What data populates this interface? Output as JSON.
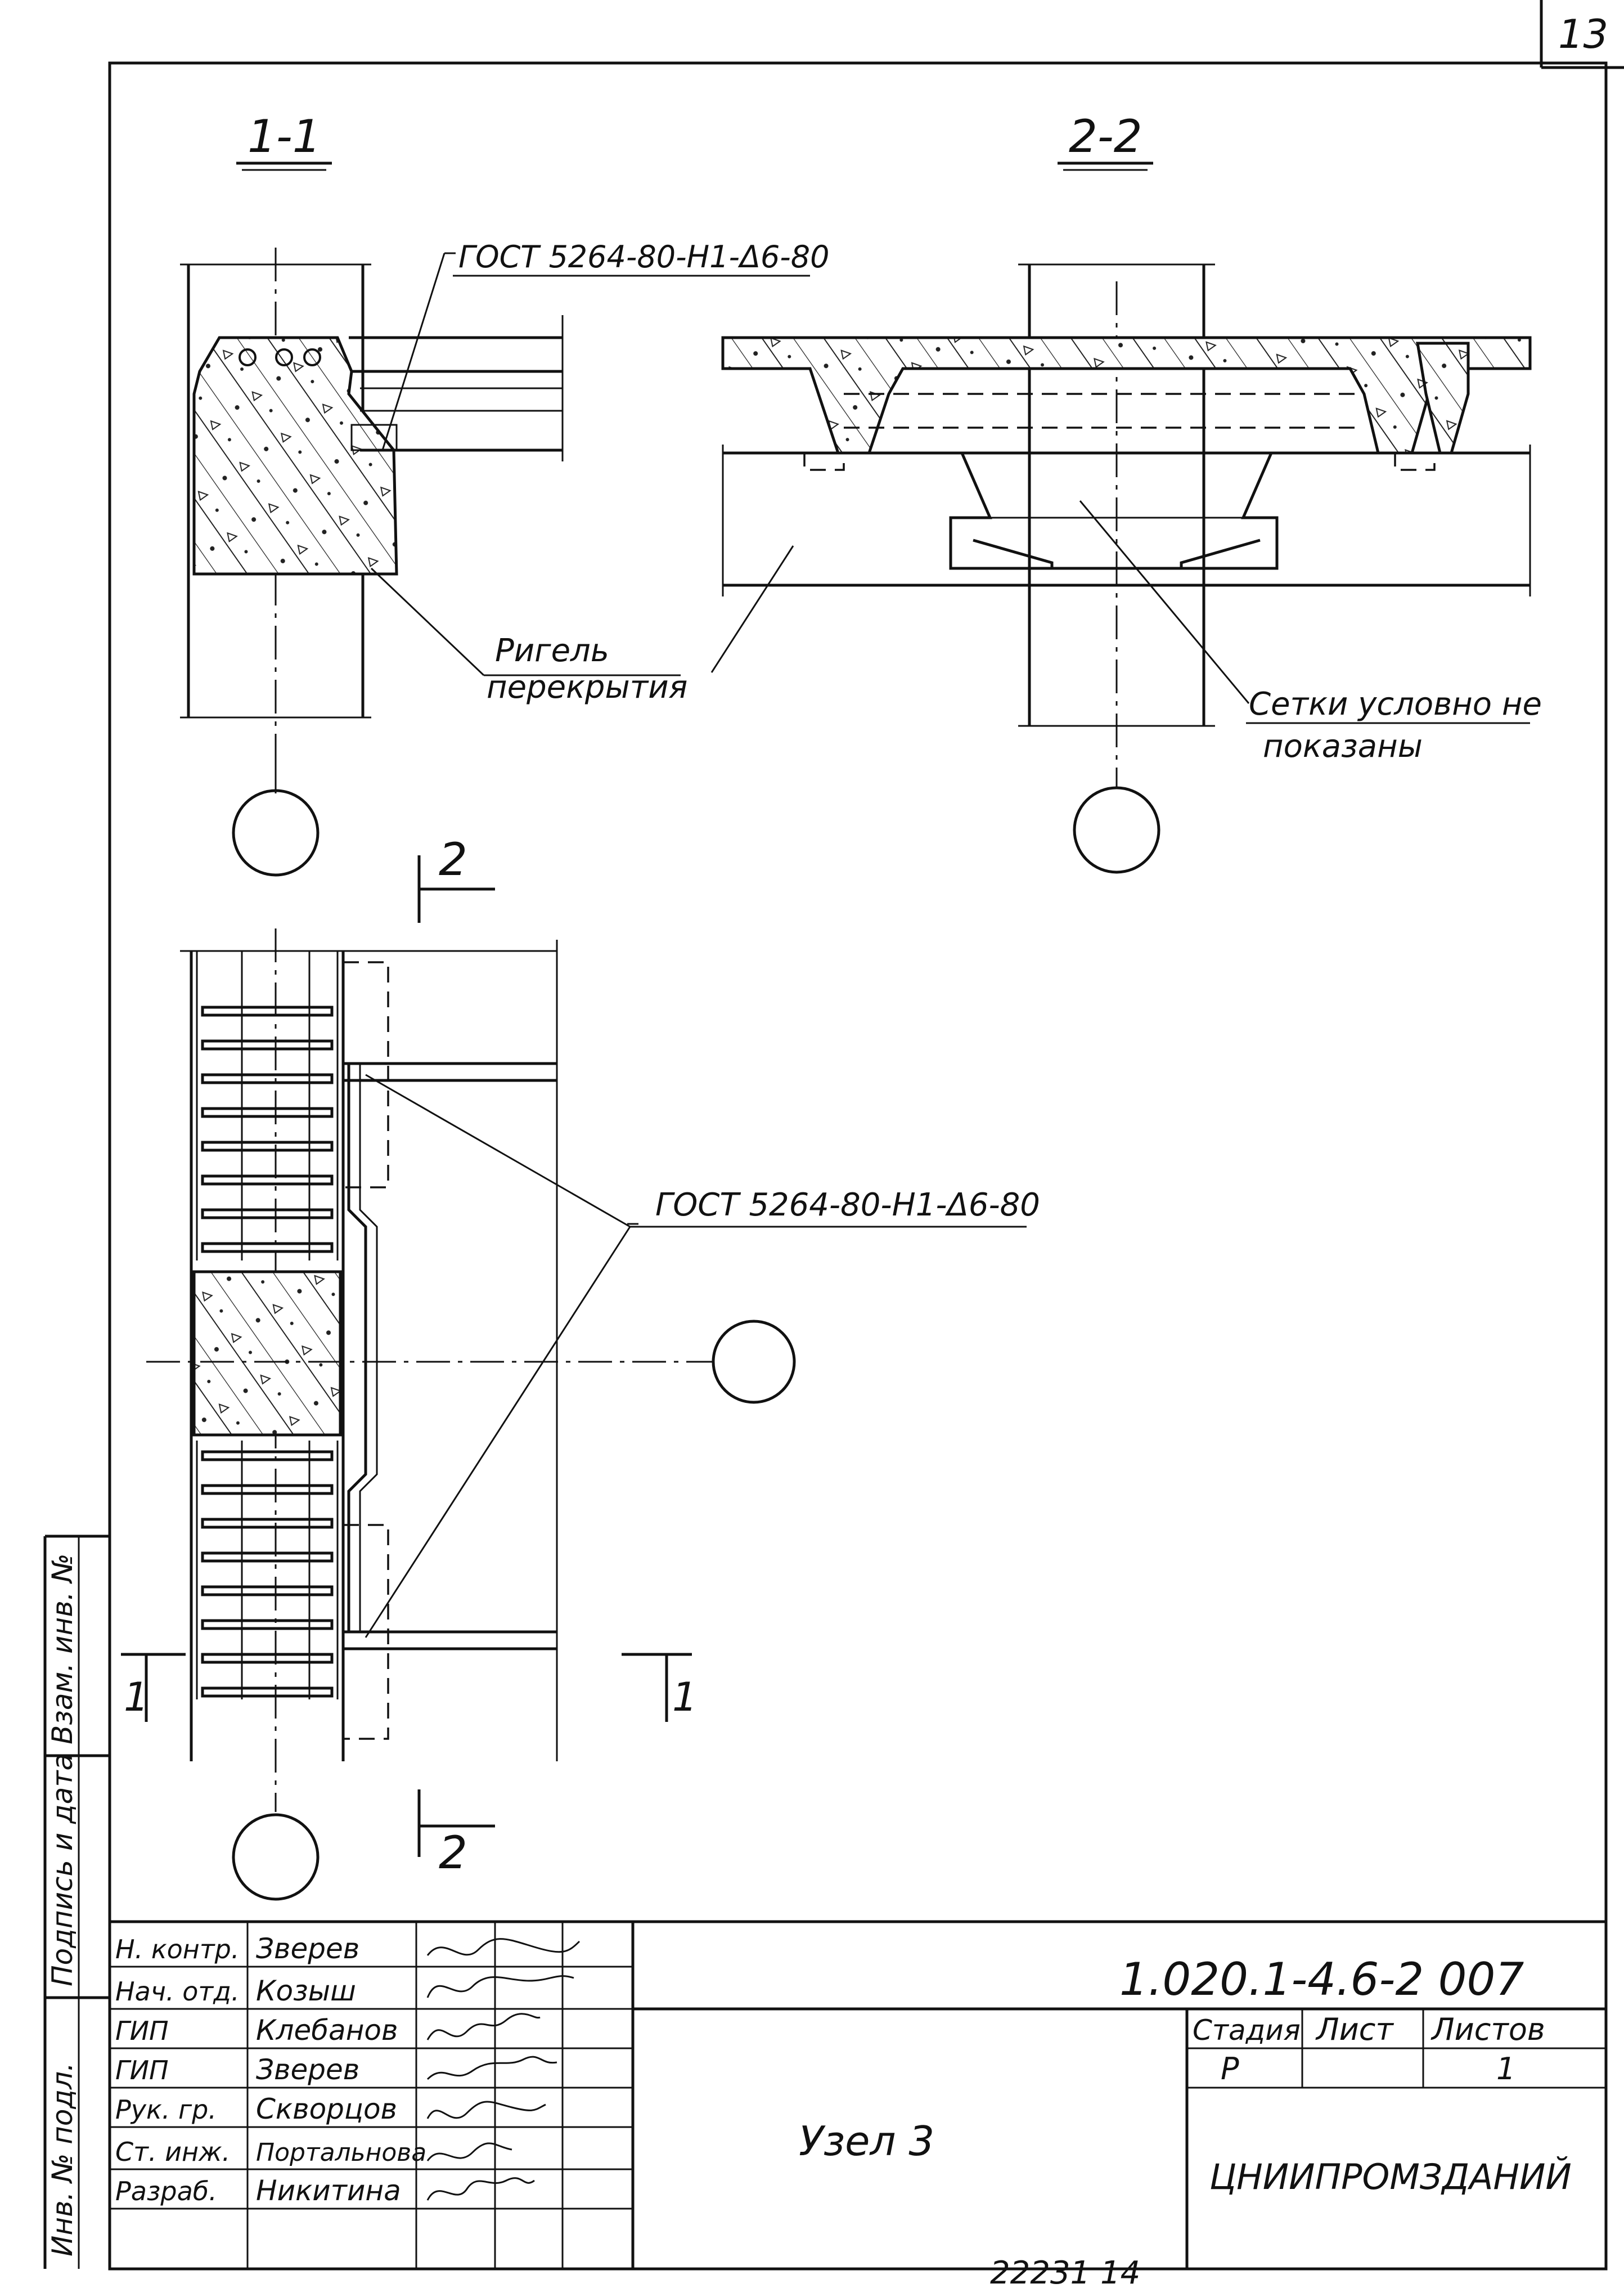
{
  "page_number": "13",
  "section_labels": {
    "s11": "1-1",
    "s22": "2-2",
    "plan_mark_top": "2",
    "plan_mark_bottom": "2",
    "plan_mark_left": "1",
    "plan_mark_right": "1"
  },
  "annotations": {
    "gost_top": "ГОСТ 5264-80-Н1-Δ6-80",
    "girder_line1": "Ригель",
    "girder_line2": "перекрытия",
    "meshes_line1": "Сетки условно не",
    "meshes_line2": "показаны",
    "gost_plan": "ГОСТ 5264-80-Н1-Δ6-80"
  },
  "side_stamp": {
    "inv_no": "Инв. № подл.",
    "sign_date": "Подпись и дата",
    "replace_inv": "Взам. инв. №"
  },
  "title_block": {
    "doc_code": "1.020.1-4.6-2 007",
    "title": "Узел 3",
    "stage_header": "Стадия",
    "sheet_header": "Лист",
    "sheets_header": "Листов",
    "stage": "Р",
    "sheet": "",
    "sheets": "1",
    "organization": "ЦНИИПРОМЗДАНИЙ",
    "signers": [
      {
        "role": "Н. контр.",
        "name": "Зверев"
      },
      {
        "role": "Нач. отд.",
        "name": "Козыш"
      },
      {
        "role": "ГИП",
        "name": "Клебанов"
      },
      {
        "role": "ГИП",
        "name": "Зверев"
      },
      {
        "role": "Рук. гр.",
        "name": "Скворцов"
      },
      {
        "role": "Ст. инж.",
        "name": "Портальнова"
      },
      {
        "role": "Разраб.",
        "name": "Никитина"
      }
    ]
  },
  "footer_number": "22231  14"
}
